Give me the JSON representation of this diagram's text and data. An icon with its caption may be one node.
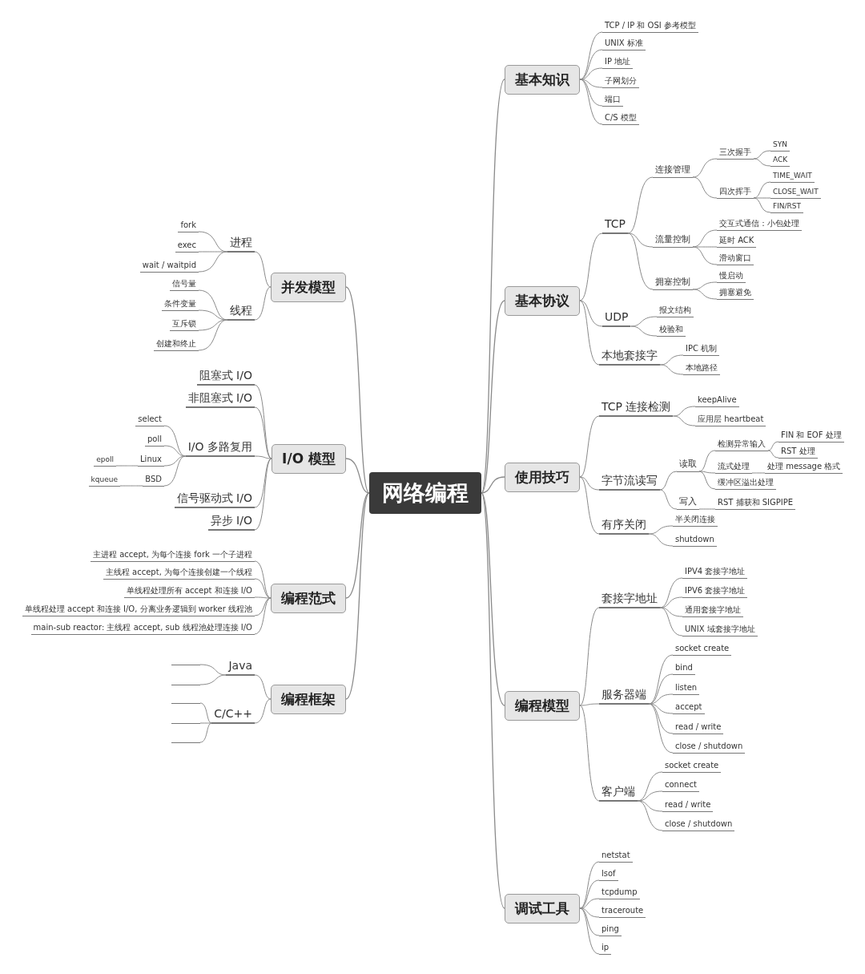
{
  "diagram": {
    "nodes": [
      {
        "text": [
          "网络编程"
        ]
      },
      {
        "text": [
          "基本知识"
        ]
      },
      {
        "text": [
          "TCP / IP 和 OSI 参考模型"
        ]
      },
      {
        "text": [
          "UNIX 标准"
        ]
      },
      {
        "text": [
          "IP 地址"
        ]
      },
      {
        "text": [
          "子网划分"
        ]
      },
      {
        "text": [
          "端口"
        ]
      },
      {
        "text": [
          "C/S 模型"
        ]
      },
      {
        "text": [
          "基本协议"
        ]
      },
      {
        "text": [
          "TCP"
        ]
      },
      {
        "text": [
          "连接管理"
        ]
      },
      {
        "text": [
          "三次握手"
        ]
      },
      {
        "text": [
          "SYN"
        ]
      },
      {
        "text": [
          "ACK"
        ]
      },
      {
        "text": [
          "四次挥手"
        ]
      },
      {
        "text": [
          "TIME_WAIT"
        ]
      },
      {
        "text": [
          "CLOSE_WAIT"
        ]
      },
      {
        "text": [
          "FIN/RST"
        ]
      },
      {
        "text": [
          "流量控制"
        ]
      },
      {
        "text": [
          "交互式通信：小包处理"
        ]
      },
      {
        "text": [
          "延时 ACK"
        ]
      },
      {
        "text": [
          "滑动窗口"
        ]
      },
      {
        "text": [
          "拥塞控制"
        ]
      },
      {
        "text": [
          "慢启动"
        ]
      },
      {
        "text": [
          "拥塞避免"
        ]
      },
      {
        "text": [
          "UDP"
        ]
      },
      {
        "text": [
          "报文结构"
        ]
      },
      {
        "text": [
          "校验和"
        ]
      },
      {
        "text": [
          "本地套接字"
        ]
      },
      {
        "text": [
          "IPC 机制"
        ]
      },
      {
        "text": [
          "本地路径"
        ]
      },
      {
        "text": [
          "使用技巧"
        ]
      },
      {
        "text": [
          "TCP 连接检测"
        ]
      },
      {
        "text": [
          "keepAlive"
        ]
      },
      {
        "text": [
          "应用层 heartbeat"
        ]
      },
      {
        "text": [
          "字节流读写"
        ]
      },
      {
        "text": [
          "读取"
        ]
      },
      {
        "text": [
          "检测异常输入"
        ]
      },
      {
        "text": [
          "FIN 和 EOF 处理"
        ]
      },
      {
        "text": [
          "RST 处理"
        ]
      },
      {
        "text": [
          "流式处理"
        ]
      },
      {
        "text": [
          "处理 message 格式"
        ]
      },
      {
        "text": [
          "缓冲区溢出处理"
        ]
      },
      {
        "text": [
          "写入"
        ]
      },
      {
        "text": [
          "RST 捕获和 SIGPIPE"
        ]
      },
      {
        "text": [
          "有序关闭"
        ]
      },
      {
        "text": [
          "半关闭连接"
        ]
      },
      {
        "text": [
          "shutdown"
        ]
      },
      {
        "text": [
          "编程模型"
        ]
      },
      {
        "text": [
          "套接字地址"
        ]
      },
      {
        "text": [
          "IPV4 套接字地址"
        ]
      },
      {
        "text": [
          "IPV6 套接字地址"
        ]
      },
      {
        "text": [
          "通用套接字地址"
        ]
      },
      {
        "text": [
          "UNIX 域套接字地址"
        ]
      },
      {
        "text": [
          "服务器端"
        ]
      },
      {
        "text": [
          "socket create"
        ]
      },
      {
        "text": [
          "bind"
        ]
      },
      {
        "text": [
          "listen"
        ]
      },
      {
        "text": [
          "accept"
        ]
      },
      {
        "text": [
          "read / write"
        ]
      },
      {
        "text": [
          "close / shutdown"
        ]
      },
      {
        "text": [
          "客户端"
        ]
      },
      {
        "text": [
          "socket create"
        ]
      },
      {
        "text": [
          "connect"
        ]
      },
      {
        "text": [
          "read / write"
        ]
      },
      {
        "text": [
          "close / shutdown"
        ]
      },
      {
        "text": [
          "调试工具"
        ]
      },
      {
        "text": [
          "netstat"
        ]
      },
      {
        "text": [
          "lsof"
        ]
      },
      {
        "text": [
          "tcpdump"
        ]
      },
      {
        "text": [
          "traceroute"
        ]
      },
      {
        "text": [
          "ping"
        ]
      },
      {
        "text": [
          "ip"
        ]
      },
      {
        "text": [
          "并发模型"
        ]
      },
      {
        "text": [
          "进程"
        ]
      },
      {
        "text": [
          "fork"
        ]
      },
      {
        "text": [
          "exec"
        ]
      },
      {
        "text": [
          "wait / waitpid"
        ]
      },
      {
        "text": [
          "线程"
        ]
      },
      {
        "text": [
          "信号量"
        ]
      },
      {
        "text": [
          "条件变量"
        ]
      },
      {
        "text": [
          "互斥锁"
        ]
      },
      {
        "text": [
          "创建和终止"
        ]
      },
      {
        "text": [
          "I/O 模型"
        ]
      },
      {
        "text": [
          "阻塞式 I/O"
        ]
      },
      {
        "text": [
          "非阻塞式 I/O"
        ]
      },
      {
        "text": [
          "I/O 多路复用"
        ]
      },
      {
        "text": [
          "select"
        ]
      },
      {
        "text": [
          "poll"
        ]
      },
      {
        "text": [
          "Linux"
        ]
      },
      {
        "text": [
          "epoll"
        ]
      },
      {
        "text": [
          "BSD"
        ]
      },
      {
        "text": [
          "kqueue"
        ]
      },
      {
        "text": [
          "信号驱动式 I/O"
        ]
      },
      {
        "text": [
          "异步 I/O"
        ]
      },
      {
        "text": [
          "编程范式"
        ]
      },
      {
        "text": [
          "主进程 accept, 为每个连接 fork 一个子进程"
        ]
      },
      {
        "text": [
          "主线程 accept, 为每个连接创建一个线程"
        ]
      },
      {
        "text": [
          "单线程处理所有 accept 和连接 I/O"
        ]
      },
      {
        "text": [
          "单线程处理 accept 和连接 I/O, 分离业务逻辑到 worker 线程池"
        ]
      },
      {
        "text": [
          "main-sub reactor: 主线程 accept, sub 线程池处理连接 I/O"
        ]
      },
      {
        "text": [
          "编程框架"
        ]
      },
      {
        "text": [
          "Java"
        ]
      },
      {
        "text": [],
        "shape": "bar"
      },
      {
        "text": [],
        "shape": "bar"
      },
      {
        "text": [
          "C/C++"
        ]
      },
      {
        "text": [],
        "shape": "bar"
      },
      {
        "text": [],
        "shape": "bar"
      },
      {
        "text": [],
        "shape": "bar"
      }
    ],
    "edges": [
      {
        "from": 0,
        "to": 1,
        "arrow": "none"
      },
      {
        "from": 1,
        "to": 2,
        "arrow": "none"
      },
      {
        "from": 1,
        "to": 3,
        "arrow": "none"
      },
      {
        "from": 1,
        "to": 4,
        "arrow": "none"
      },
      {
        "from": 1,
        "to": 5,
        "arrow": "none"
      },
      {
        "from": 1,
        "to": 6,
        "arrow": "none"
      },
      {
        "from": 1,
        "to": 7,
        "arrow": "none"
      },
      {
        "from": 0,
        "to": 8,
        "arrow": "none"
      },
      {
        "from": 8,
        "to": 9,
        "arrow": "none"
      },
      {
        "from": 9,
        "to": 10,
        "arrow": "none"
      },
      {
        "from": 10,
        "to": 11,
        "arrow": "none"
      },
      {
        "from": 11,
        "to": 12,
        "arrow": "none"
      },
      {
        "from": 11,
        "to": 13,
        "arrow": "none"
      },
      {
        "from": 10,
        "to": 14,
        "arrow": "none"
      },
      {
        "from": 14,
        "to": 15,
        "arrow": "none"
      },
      {
        "from": 14,
        "to": 16,
        "arrow": "none"
      },
      {
        "from": 14,
        "to": 17,
        "arrow": "none"
      },
      {
        "from": 9,
        "to": 18,
        "arrow": "none"
      },
      {
        "from": 18,
        "to": 19,
        "arrow": "none"
      },
      {
        "from": 18,
        "to": 20,
        "arrow": "none"
      },
      {
        "from": 18,
        "to": 21,
        "arrow": "none"
      },
      {
        "from": 9,
        "to": 22,
        "arrow": "none"
      },
      {
        "from": 22,
        "to": 23,
        "arrow": "none"
      },
      {
        "from": 22,
        "to": 24,
        "arrow": "none"
      },
      {
        "from": 8,
        "to": 25,
        "arrow": "none"
      },
      {
        "from": 25,
        "to": 26,
        "arrow": "none"
      },
      {
        "from": 25,
        "to": 27,
        "arrow": "none"
      },
      {
        "from": 8,
        "to": 28,
        "arrow": "none"
      },
      {
        "from": 28,
        "to": 29,
        "arrow": "none"
      },
      {
        "from": 28,
        "to": 30,
        "arrow": "none"
      },
      {
        "from": 0,
        "to": 31,
        "arrow": "none"
      },
      {
        "from": 31,
        "to": 32,
        "arrow": "none"
      },
      {
        "from": 32,
        "to": 33,
        "arrow": "none"
      },
      {
        "from": 32,
        "to": 34,
        "arrow": "none"
      },
      {
        "from": 31,
        "to": 35,
        "arrow": "none"
      },
      {
        "from": 35,
        "to": 36,
        "arrow": "none"
      },
      {
        "from": 36,
        "to": 37,
        "arrow": "none"
      },
      {
        "from": 37,
        "to": 38,
        "arrow": "none"
      },
      {
        "from": 37,
        "to": 39,
        "arrow": "none"
      },
      {
        "from": 36,
        "to": 40,
        "arrow": "none"
      },
      {
        "from": 40,
        "to": 41,
        "arrow": "none"
      },
      {
        "from": 36,
        "to": 42,
        "arrow": "none"
      },
      {
        "from": 35,
        "to": 43,
        "arrow": "none"
      },
      {
        "from": 43,
        "to": 44,
        "arrow": "none"
      },
      {
        "from": 31,
        "to": 45,
        "arrow": "none"
      },
      {
        "from": 45,
        "to": 46,
        "arrow": "none"
      },
      {
        "from": 45,
        "to": 47,
        "arrow": "none"
      },
      {
        "from": 0,
        "to": 48,
        "arrow": "none"
      },
      {
        "from": 48,
        "to": 49,
        "arrow": "none"
      },
      {
        "from": 49,
        "to": 50,
        "arrow": "none"
      },
      {
        "from": 49,
        "to": 51,
        "arrow": "none"
      },
      {
        "from": 49,
        "to": 52,
        "arrow": "none"
      },
      {
        "from": 49,
        "to": 53,
        "arrow": "none"
      },
      {
        "from": 48,
        "to": 54,
        "arrow": "none"
      },
      {
        "from": 54,
        "to": 55,
        "arrow": "none"
      },
      {
        "from": 54,
        "to": 56,
        "arrow": "none"
      },
      {
        "from": 54,
        "to": 57,
        "arrow": "none"
      },
      {
        "from": 54,
        "to": 58,
        "arrow": "none"
      },
      {
        "from": 54,
        "to": 59,
        "arrow": "none"
      },
      {
        "from": 54,
        "to": 60,
        "arrow": "none"
      },
      {
        "from": 48,
        "to": 61,
        "arrow": "none"
      },
      {
        "from": 61,
        "to": 62,
        "arrow": "none"
      },
      {
        "from": 61,
        "to": 63,
        "arrow": "none"
      },
      {
        "from": 61,
        "to": 64,
        "arrow": "none"
      },
      {
        "from": 61,
        "to": 65,
        "arrow": "none"
      },
      {
        "from": 0,
        "to": 66,
        "arrow": "none"
      },
      {
        "from": 66,
        "to": 67,
        "arrow": "none"
      },
      {
        "from": 66,
        "to": 68,
        "arrow": "none"
      },
      {
        "from": 66,
        "to": 69,
        "arrow": "none"
      },
      {
        "from": 66,
        "to": 70,
        "arrow": "none"
      },
      {
        "from": 66,
        "to": 71,
        "arrow": "none"
      },
      {
        "from": 66,
        "to": 72,
        "arrow": "none"
      },
      {
        "from": 0,
        "to": 73,
        "arrow": "none"
      },
      {
        "from": 73,
        "to": 74,
        "arrow": "none"
      },
      {
        "from": 74,
        "to": 75,
        "arrow": "none"
      },
      {
        "from": 74,
        "to": 76,
        "arrow": "none"
      },
      {
        "from": 74,
        "to": 77,
        "arrow": "none"
      },
      {
        "from": 73,
        "to": 78,
        "arrow": "none"
      },
      {
        "from": 78,
        "to": 79,
        "arrow": "none"
      },
      {
        "from": 78,
        "to": 80,
        "arrow": "none"
      },
      {
        "from": 78,
        "to": 81,
        "arrow": "none"
      },
      {
        "from": 78,
        "to": 82,
        "arrow": "none"
      },
      {
        "from": 0,
        "to": 83,
        "arrow": "none"
      },
      {
        "from": 83,
        "to": 84,
        "arrow": "none"
      },
      {
        "from": 83,
        "to": 85,
        "arrow": "none"
      },
      {
        "from": 83,
        "to": 86,
        "arrow": "none"
      },
      {
        "from": 86,
        "to": 87,
        "arrow": "none"
      },
      {
        "from": 86,
        "to": 88,
        "arrow": "none"
      },
      {
        "from": 86,
        "to": 89,
        "arrow": "none"
      },
      {
        "from": 89,
        "to": 90,
        "arrow": "none"
      },
      {
        "from": 86,
        "to": 91,
        "arrow": "none"
      },
      {
        "from": 91,
        "to": 92,
        "arrow": "none"
      },
      {
        "from": 83,
        "to": 93,
        "arrow": "none"
      },
      {
        "from": 83,
        "to": 94,
        "arrow": "none"
      },
      {
        "from": 0,
        "to": 95,
        "arrow": "none"
      },
      {
        "from": 95,
        "to": 96,
        "arrow": "none"
      },
      {
        "from": 95,
        "to": 97,
        "arrow": "none"
      },
      {
        "from": 95,
        "to": 98,
        "arrow": "none"
      },
      {
        "from": 95,
        "to": 99,
        "arrow": "none"
      },
      {
        "from": 95,
        "to": 100,
        "arrow": "none"
      },
      {
        "from": 0,
        "to": 101,
        "arrow": "none"
      },
      {
        "from": 101,
        "to": 102,
        "arrow": "none"
      },
      {
        "from": 102,
        "to": 103,
        "arrow": "none"
      },
      {
        "from": 102,
        "to": 104,
        "arrow": "none"
      },
      {
        "from": 101,
        "to": 105,
        "arrow": "none"
      },
      {
        "from": 105,
        "to": 106,
        "arrow": "none"
      },
      {
        "from": 105,
        "to": 107,
        "arrow": "none"
      },
      {
        "from": 105,
        "to": 108,
        "arrow": "none"
      }
    ]
  }
}
